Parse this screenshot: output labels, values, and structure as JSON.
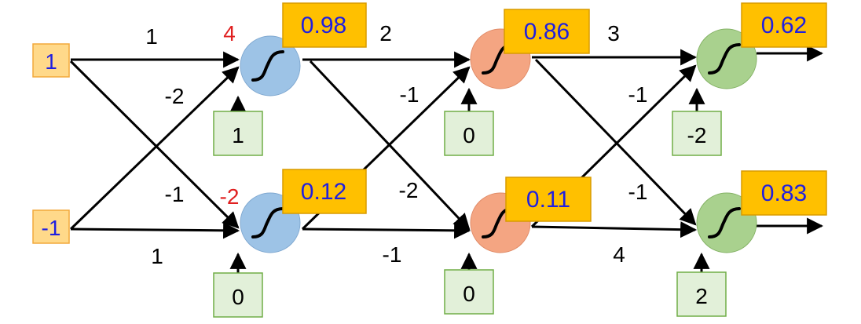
{
  "colors": {
    "input_box_fill": "#FFD98A",
    "input_box_stroke": "#F2A93B",
    "output_box_fill": "#FFC000",
    "output_box_stroke": "#D89B00",
    "bias_box_fill": "#E2F0D9",
    "bias_box_stroke": "#70AD47",
    "layer1_neuron": "#9DC3E6",
    "layer2_neuron": "#F4A582",
    "layer3_neuron": "#A9D18E",
    "value_text": "#1F1FE0",
    "preactivation_text": "#E02020",
    "label_text": "#000000"
  },
  "inputs": [
    "1",
    "-1"
  ],
  "layers": [
    {
      "weights": [
        "1",
        "-2",
        "-1",
        "1"
      ],
      "biases": [
        "1",
        "0"
      ],
      "preactivations": [
        "4",
        "-2"
      ],
      "outputs": [
        "0.98",
        "0.12"
      ]
    },
    {
      "weights": [
        "2",
        "-1",
        "-2",
        "-1"
      ],
      "biases": [
        "0",
        "0"
      ],
      "outputs": [
        "0.86",
        "0.11"
      ]
    },
    {
      "weights": [
        "3",
        "-1",
        "-1",
        "4"
      ],
      "biases": [
        "-2",
        "2"
      ],
      "outputs": [
        "0.62",
        "0.83"
      ]
    }
  ]
}
